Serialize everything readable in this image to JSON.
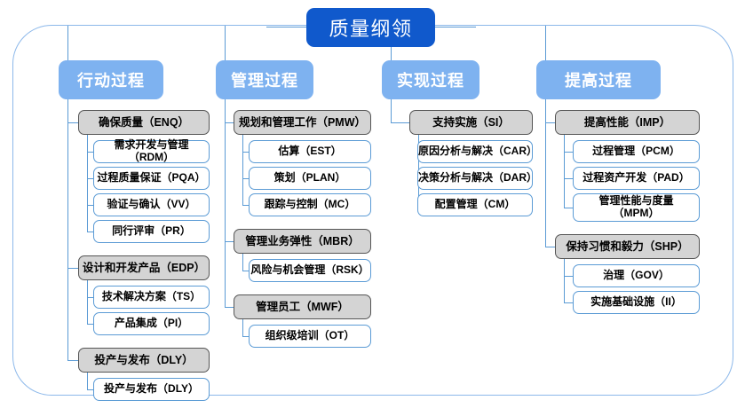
{
  "diagram": {
    "root": {
      "label": "质量纲领"
    },
    "columns": [
      {
        "header": "行动过程",
        "groups": [
          {
            "label": "确保质量（ENQ）",
            "children": [
              "需求开发与管理（RDM）",
              "过程质量保证（PQA）",
              "验证与确认（VV）",
              "同行评审（PR）"
            ]
          },
          {
            "label": "设计和开发产品（EDP）",
            "children": [
              "技术解决方案（TS）",
              "产品集成（PI）"
            ]
          },
          {
            "label": "投产与发布（DLY）",
            "children": [
              "投产与发布（DLY）"
            ]
          }
        ]
      },
      {
        "header": "管理过程",
        "groups": [
          {
            "label": "规划和管理工作（PMW）",
            "children": [
              "估算（EST）",
              "策划（PLAN）",
              "跟踪与控制（MC）"
            ]
          },
          {
            "label": "管理业务弹性（MBR）",
            "children": [
              "风险与机会管理（RSK）"
            ]
          },
          {
            "label": "管理员工（MWF）",
            "children": [
              "组织级培训（OT）"
            ]
          }
        ]
      },
      {
        "header": "实现过程",
        "groups": [
          {
            "label": "支持实施（SI）",
            "children": [
              "原因分析与解决（CAR）",
              "决策分析与解决（DAR）",
              "配置管理（CM）"
            ]
          }
        ]
      },
      {
        "header": "提高过程",
        "groups": [
          {
            "label": "提高性能（IMP）",
            "children": [
              "过程管理（PCM）",
              "过程资产开发（PAD）",
              "管理性能与度量\n（MPM）"
            ]
          },
          {
            "label": "保持习惯和毅力（SHP）",
            "children": [
              "治理（GOV）",
              "实施基础设施（II）"
            ]
          }
        ]
      }
    ]
  },
  "colors": {
    "root_fill": "#1059CC",
    "header_fill": "#7EB2F0",
    "frame_border": "#8CB8EA",
    "connector": "#5B9BD5",
    "level2_fill": "#D4D4D4",
    "level2_border": "#555555",
    "level3_border": "#5B9BD5"
  }
}
